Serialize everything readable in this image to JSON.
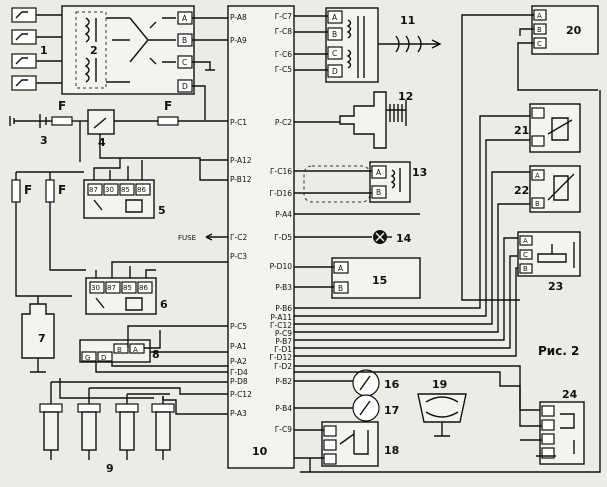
{
  "figure": {
    "caption": "Рис. 2",
    "ecu_number": "10",
    "fuse_mark": "F",
    "fuse_arrow_label": "FUSE"
  },
  "ecu_pins_left": [
    "P-A8",
    "P-A9",
    "P-C1",
    "P-A12",
    "P-B12",
    "Г-C2",
    "P-C3",
    "P-C5",
    "P-A1",
    "P-A2",
    "Г-D4",
    "P-D8",
    "P-C12",
    "P-A3"
  ],
  "ecu_pins_right": [
    "Г-C7",
    "Г-C8",
    "Г-C6",
    "Г-C5",
    "P-C2",
    "Г-C16",
    "Г-D16",
    "P-A4",
    "Г-D5",
    "P-D10",
    "P-B3",
    "P-B6",
    "P-A11",
    "Г-C12",
    "P-C9",
    "P-B7",
    "Г-D1",
    "Г-D12",
    "Г-D2",
    "P-B2",
    "P-B4",
    "Г-C9"
  ],
  "connector_letters": [
    "A",
    "B",
    "C",
    "D"
  ],
  "connector_letters_cyr": [
    "А",
    "В",
    "С",
    "D"
  ],
  "relay_pins": [
    "30",
    "87",
    "85",
    "86"
  ],
  "connector8_pins": [
    "G",
    "D",
    "B",
    "A"
  ],
  "components": {
    "c1": "1",
    "c2": "2",
    "c3": "3",
    "c4": "4",
    "c5": "5",
    "c6": "6",
    "c7": "7",
    "c8": "8",
    "c9": "9",
    "c11": "11",
    "c12": "12",
    "c13": "13",
    "c14": "14",
    "c15": "15",
    "c16": "16",
    "c17": "17",
    "c18": "18",
    "c19": "19",
    "c20": "20",
    "c21": "21",
    "c22": "22",
    "c23": "23",
    "c24": "24"
  }
}
